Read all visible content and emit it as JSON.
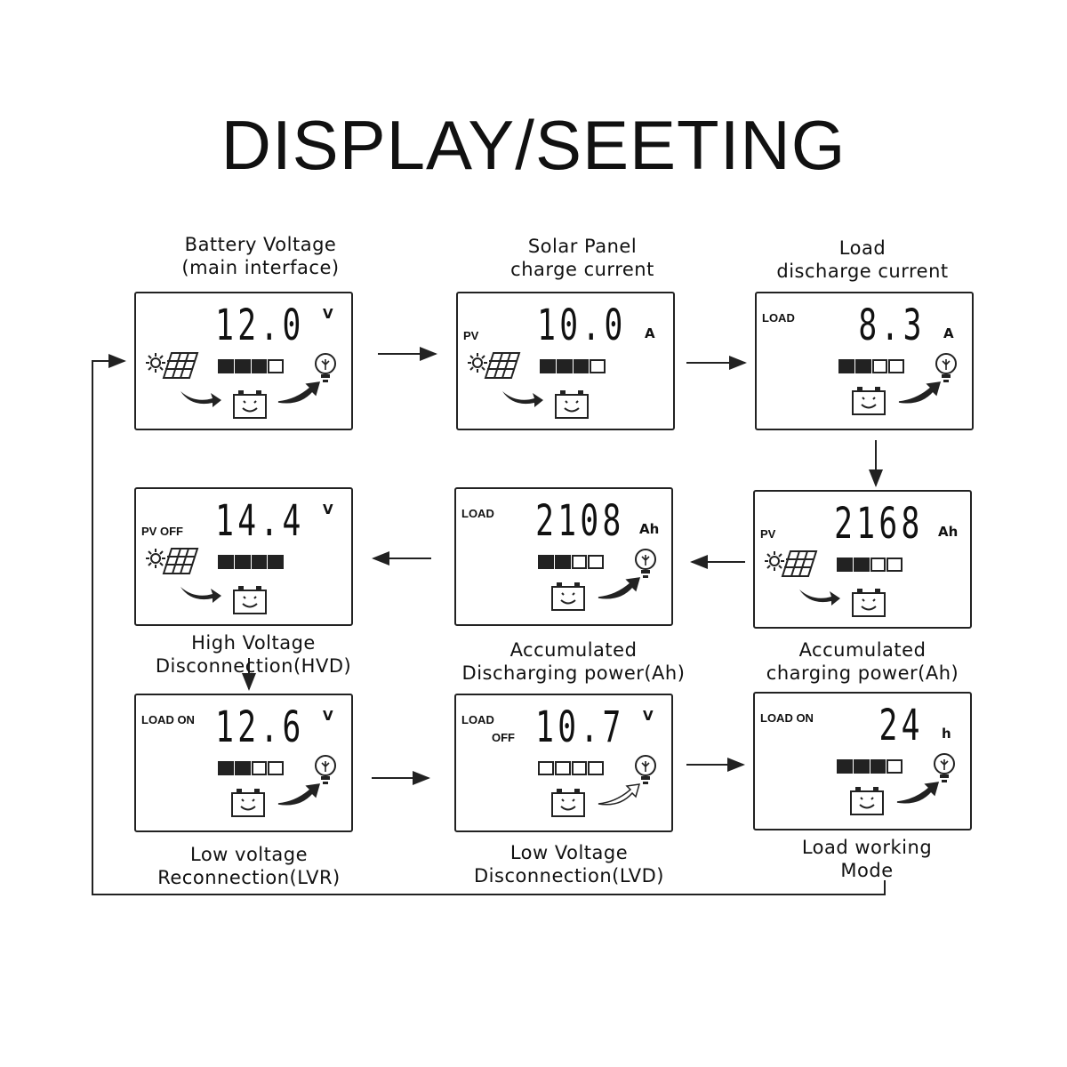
{
  "title": "DISPLAY/SEETING",
  "screens": [
    {
      "id": "battery-voltage",
      "caption": [
        "Battery Voltage",
        "(main interface)"
      ],
      "mode": "",
      "mode2": "",
      "value": "12.0",
      "unit": "V",
      "bar": [
        1,
        1,
        1,
        0
      ],
      "solar": true,
      "bulb": true,
      "charge_arrow": true,
      "load_arrow": "filled"
    },
    {
      "id": "solar-charge-current",
      "caption": [
        "Solar Panel",
        "charge current"
      ],
      "mode": "PV",
      "mode2": "",
      "value": "10.0",
      "unit": "A",
      "bar": [
        1,
        1,
        1,
        0
      ],
      "solar": true,
      "bulb": false,
      "charge_arrow": true,
      "load_arrow": ""
    },
    {
      "id": "load-discharge-current",
      "caption": [
        "Load",
        "discharge current"
      ],
      "mode": "LOAD",
      "mode2": "",
      "value": "8.3",
      "unit": "A",
      "bar": [
        1,
        1,
        0,
        0
      ],
      "solar": false,
      "bulb": true,
      "charge_arrow": false,
      "load_arrow": "filled"
    },
    {
      "id": "high-voltage-disconnection",
      "caption": [
        "High Voltage",
        "Disconnection(HVD)"
      ],
      "mode": "PV OFF",
      "mode2": "",
      "value": "14.4",
      "unit": "V",
      "bar": [
        1,
        1,
        1,
        1
      ],
      "solar": true,
      "bulb": false,
      "charge_arrow": true,
      "load_arrow": ""
    },
    {
      "id": "accumulated-discharging-power",
      "caption": [
        "Accumulated",
        "Discharging power(Ah)"
      ],
      "mode": "LOAD",
      "mode2": "",
      "value": "2108",
      "unit": "Ah",
      "bar": [
        1,
        1,
        0,
        0
      ],
      "solar": false,
      "bulb": true,
      "charge_arrow": false,
      "load_arrow": "filled"
    },
    {
      "id": "accumulated-charging-power",
      "caption": [
        "Accumulated",
        "charging power(Ah)"
      ],
      "mode": "PV",
      "mode2": "",
      "value": "2168",
      "unit": "Ah",
      "bar": [
        1,
        1,
        0,
        0
      ],
      "solar": true,
      "bulb": false,
      "charge_arrow": true,
      "load_arrow": ""
    },
    {
      "id": "low-voltage-reconnection",
      "caption": [
        "Low voltage",
        "Reconnection(LVR)"
      ],
      "mode": "LOAD ON",
      "mode2": "",
      "value": "12.6",
      "unit": "V",
      "bar": [
        1,
        1,
        0,
        0
      ],
      "solar": false,
      "bulb": true,
      "charge_arrow": false,
      "load_arrow": "filled"
    },
    {
      "id": "low-voltage-disconnection",
      "caption": [
        "Low Voltage",
        "Disconnection(LVD)"
      ],
      "mode": "LOAD",
      "mode2": "OFF",
      "value": "10.7",
      "unit": "V",
      "bar": [
        0,
        0,
        0,
        0
      ],
      "solar": false,
      "bulb": true,
      "charge_arrow": false,
      "load_arrow": "outline"
    },
    {
      "id": "load-working-mode",
      "caption": [
        "Load working",
        "Mode"
      ],
      "mode": "LOAD ON",
      "mode2": "",
      "value": "24",
      "unit": "h",
      "bar": [
        1,
        1,
        1,
        0
      ],
      "solar": false,
      "bulb": true,
      "charge_arrow": false,
      "load_arrow": "filled"
    }
  ]
}
